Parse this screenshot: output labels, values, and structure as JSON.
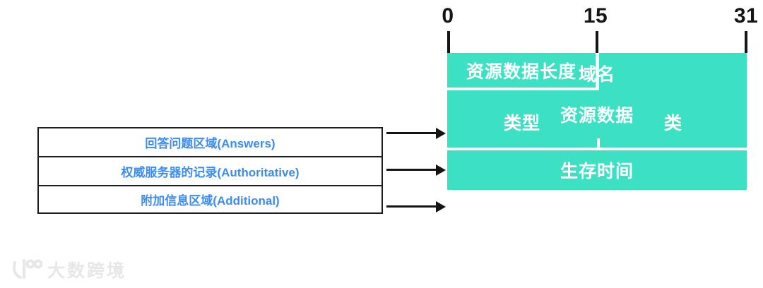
{
  "bit_scale": {
    "start": "0",
    "middle": "15",
    "end": "31"
  },
  "section_boxes": [
    {
      "label": "回答问题区域(Answers)"
    },
    {
      "label": "权威服务器的记录(Authoritative)"
    },
    {
      "label": "附加信息区域(Additional)"
    }
  ],
  "record_format": {
    "domain_name": "域名",
    "type": "类型",
    "class": "类",
    "ttl": "生存时间",
    "rdata_length": "资源数据长度",
    "rdata": "资源数据"
  },
  "watermark": {
    "brand": "大数跨境"
  },
  "colors": {
    "field_fill": "#3CE0C3",
    "field_text": "#FFFFFF",
    "section_label_blue": "#3C8CF0",
    "stroke_black": "#151515",
    "watermark_gray": "#E7E7E7"
  }
}
